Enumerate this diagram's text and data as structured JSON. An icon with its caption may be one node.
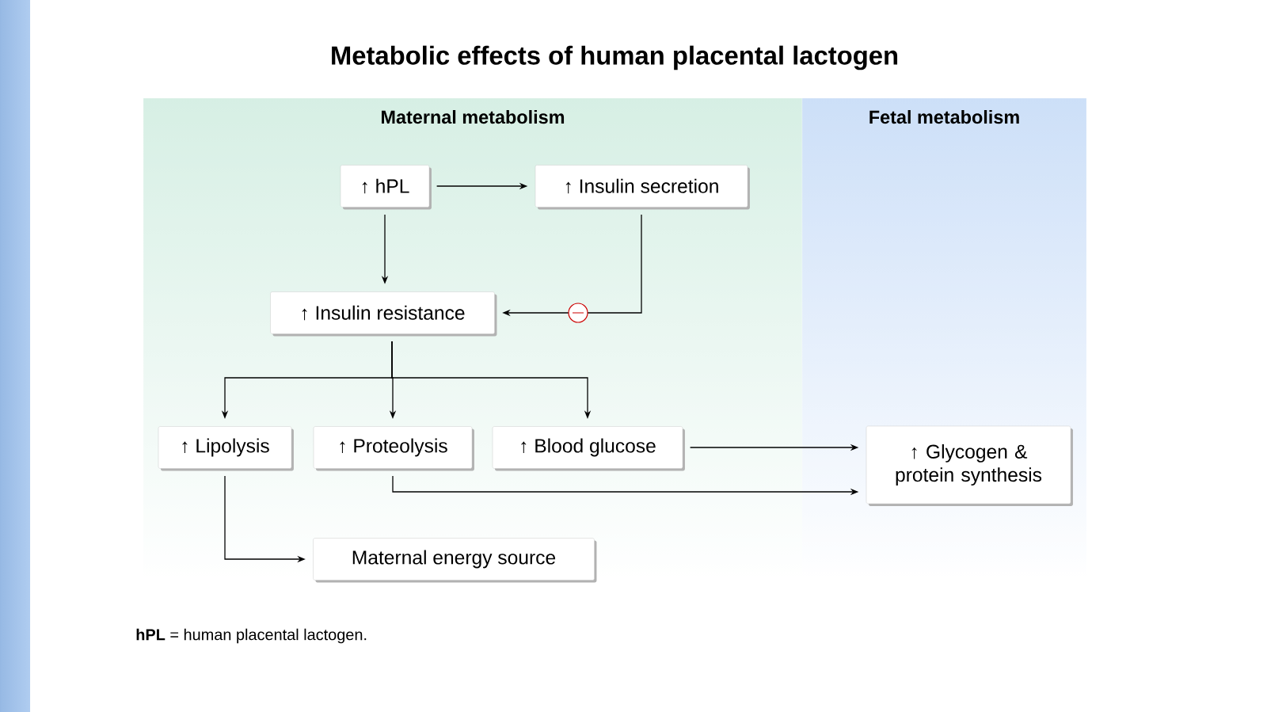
{
  "diagram": {
    "title": "Metabolic effects of human placental lactogen",
    "caption": "**hPL** = human placental lactogen.",
    "nodes": [
      {
        "text": [
          "Maternal metabolism"
        ]
      },
      {
        "text": [
          "Fetal metabolism"
        ]
      },
      {
        "text": [
          "↑ hPL"
        ],
        "in": 0
      },
      {
        "text": [
          "↑ Insulin secretion"
        ],
        "in": 0
      },
      {
        "text": [
          "↑ Insulin resistance"
        ],
        "in": 0
      },
      {
        "text": [
          "↑ Lipolysis"
        ],
        "in": 0
      },
      {
        "text": [
          "↑ Proteolysis"
        ],
        "in": 0
      },
      {
        "text": [
          "↑ Blood glucose"
        ],
        "in": 0
      },
      {
        "text": [
          "↑ Glycogen & protein synthesis"
        ],
        "in": 1
      },
      {
        "text": [
          "Maternal energy source"
        ],
        "in": 0
      }
    ],
    "edges": [
      {
        "from": 2,
        "to": 3,
        "arrow": "to"
      },
      {
        "from": 2,
        "to": 4,
        "arrow": "to"
      },
      {
        "from": 3,
        "to": 4,
        "arrow": "to"
      },
      {
        "from": 4,
        "to": 5,
        "arrow": "to"
      },
      {
        "from": 4,
        "to": 6,
        "arrow": "to"
      },
      {
        "from": 4,
        "to": 7,
        "arrow": "to"
      },
      {
        "from": 7,
        "to": 8,
        "arrow": "to"
      },
      {
        "from": 6,
        "to": 8,
        "arrow": "to"
      },
      {
        "from": 5,
        "to": 9,
        "arrow": "to"
      }
    ]
  }
}
